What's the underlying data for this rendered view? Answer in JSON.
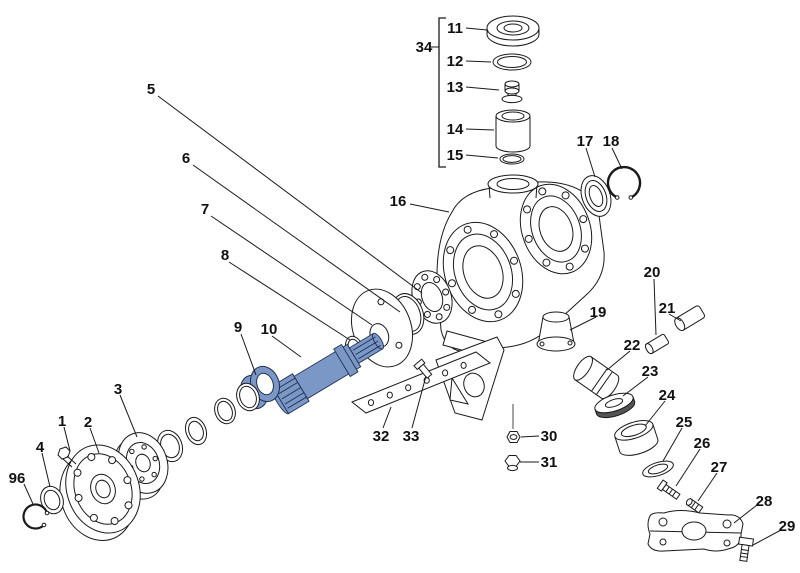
{
  "figure": {
    "kind": "exploded-parts-diagram",
    "subject": "pump gearbox exploded assembly view",
    "background": "#ffffff",
    "line_color": "#1a1a1a",
    "highlight_color": "#7b97c5",
    "label_font_size": 15
  },
  "parts": [
    {
      "label": "1"
    },
    {
      "label": "2"
    },
    {
      "label": "3"
    },
    {
      "label": "4"
    },
    {
      "label": "5"
    },
    {
      "label": "6"
    },
    {
      "label": "7"
    },
    {
      "label": "8"
    },
    {
      "label": "9"
    },
    {
      "label": "10"
    },
    {
      "label": "11"
    },
    {
      "label": "12"
    },
    {
      "label": "13"
    },
    {
      "label": "14"
    },
    {
      "label": "15"
    },
    {
      "label": "16"
    },
    {
      "label": "17"
    },
    {
      "label": "18"
    },
    {
      "label": "19"
    },
    {
      "label": "20"
    },
    {
      "label": "21"
    },
    {
      "label": "22"
    },
    {
      "label": "23"
    },
    {
      "label": "24"
    },
    {
      "label": "25"
    },
    {
      "label": "26"
    },
    {
      "label": "27"
    },
    {
      "label": "28"
    },
    {
      "label": "29"
    },
    {
      "label": "30"
    },
    {
      "label": "31"
    },
    {
      "label": "32"
    },
    {
      "label": "33"
    },
    {
      "label": "34"
    },
    {
      "label": "96"
    }
  ]
}
